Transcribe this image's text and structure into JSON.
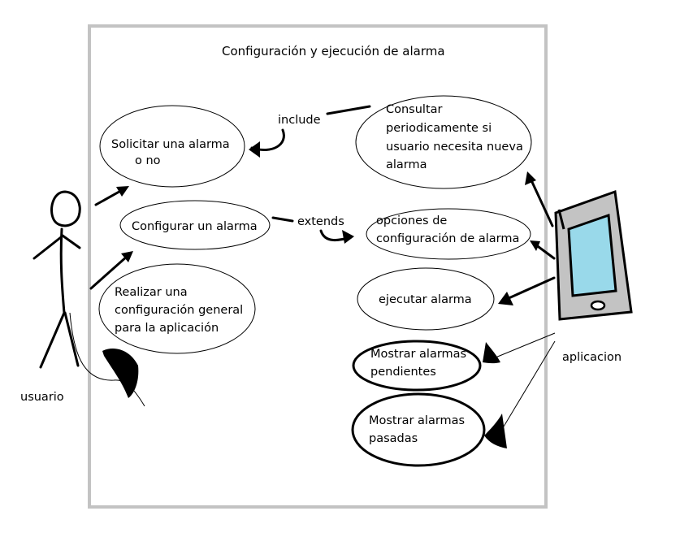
{
  "diagram": {
    "title": "Configuración y ejecución de alarma",
    "actors": {
      "user": "usuario",
      "app": "aplicacion"
    },
    "use_cases": {
      "solicitar": [
        "Solicitar una alarma",
        "o no"
      ],
      "configurar": "Configurar un alarma",
      "realizar": [
        "Realizar una",
        "configuración general",
        "para la aplicación"
      ],
      "consultar": [
        "Consultar",
        "periodicamente si",
        "usuario necesita nueva",
        "alarma"
      ],
      "opciones": [
        "opciones de",
        "configuración de alarma"
      ],
      "ejecutar": "ejecutar alarma",
      "pendientes": [
        "Mostrar alarmas",
        "pendientes"
      ],
      "pasadas": [
        "Mostrar alarmas",
        "pasadas"
      ]
    },
    "relations": {
      "include": "include",
      "extends": "extends"
    }
  },
  "colors": {
    "system_border": "#c3c3c3",
    "device_body": "#c3c3c3",
    "device_screen": "#99d9ea",
    "ink": "#000000"
  }
}
